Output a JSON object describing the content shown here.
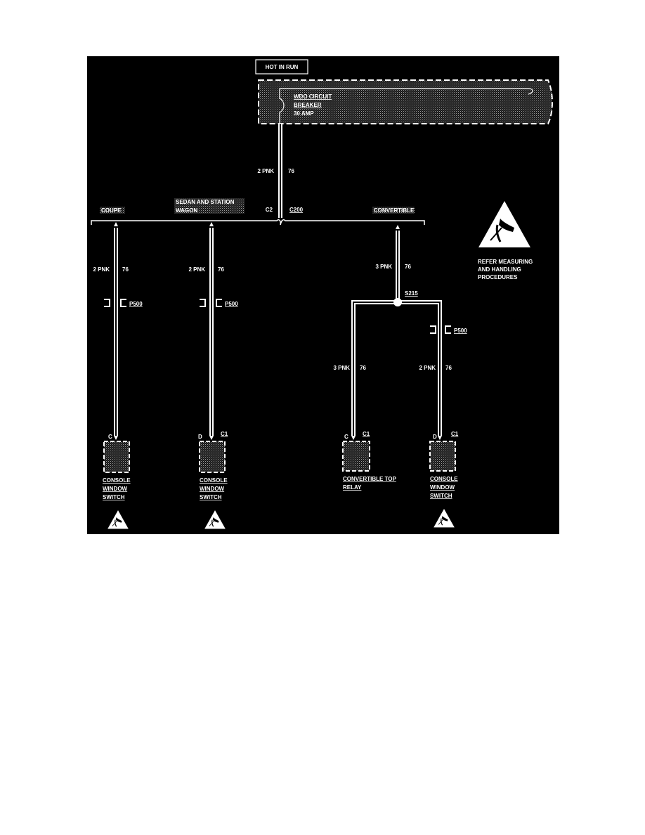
{
  "fuse": {
    "hot_in_run": "HOT IN RUN",
    "name_line1": "WDO CIRCUIT",
    "name_line2": "BREAKER",
    "rating": "30 AMP"
  },
  "main_wire": {
    "label": "2 PNK",
    "circuit": "76"
  },
  "splice_connectors": {
    "c2": "C2",
    "c200": "C200"
  },
  "variants": {
    "coupe": "COUPE",
    "sedan_line1": "SEDAN AND STATION",
    "sedan_line2": "WAGON",
    "convertible": "CONVERTIBLE"
  },
  "branches": {
    "coupe": {
      "wire": "2 PNK",
      "circuit": "76",
      "connector": "P500",
      "pin": "C",
      "component": [
        "CONSOLE",
        "WINDOW",
        "SWITCH"
      ]
    },
    "sedan": {
      "wire": "2 PNK",
      "circuit": "76",
      "connector": "P500",
      "pin": "D",
      "pin_connector": "C1",
      "component": [
        "CONSOLE",
        "WINDOW",
        "SWITCH"
      ]
    },
    "convertible": {
      "wire": "3 PNK",
      "circuit": "76",
      "splice": "S215"
    },
    "relay": {
      "wire": "3 PNK",
      "circuit": "76",
      "pin": "C",
      "pin_connector": "C1",
      "component": [
        "CONVERTIBLE TOP",
        "RELAY"
      ]
    },
    "conv_switch": {
      "wire": "2 PNK",
      "circuit": "76",
      "connector": "P500",
      "pin": "D",
      "pin_connector": "C1",
      "component": [
        "CONSOLE",
        "WINDOW",
        "SWITCH"
      ]
    }
  },
  "esd_note": [
    "REFER MEASURING",
    "AND HANDLING",
    "PROCEDURES"
  ]
}
